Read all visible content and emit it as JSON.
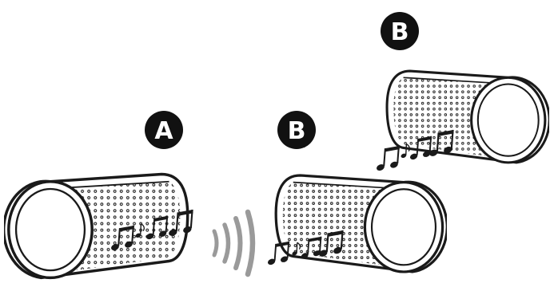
{
  "labels": {
    "speaker_a": "A",
    "speaker_b_front": "B",
    "speaker_b_back": "B"
  },
  "icons": {
    "wireless_signal": "wireless-waves-icon",
    "music_notes": "music-notes-icon",
    "speaker": "bluetooth-speaker-icon"
  },
  "colors": {
    "outline": "#1a1a1a",
    "badge_fill": "#111111",
    "badge_text": "#ffffff",
    "signal_waves": "#9a9a9a",
    "background": "#ffffff"
  }
}
